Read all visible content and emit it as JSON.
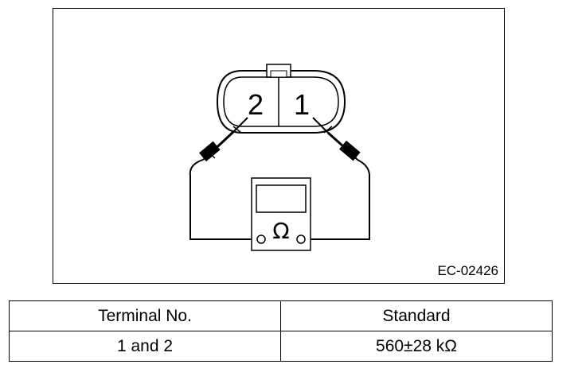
{
  "figure": {
    "id_label": "EC-02426",
    "connector_terminals": [
      "2",
      "1"
    ],
    "meter_symbol": "Ω"
  },
  "table": {
    "headers": [
      "Terminal No.",
      "Standard"
    ],
    "rows": [
      [
        "1 and 2",
        "560±28 kΩ"
      ]
    ]
  }
}
